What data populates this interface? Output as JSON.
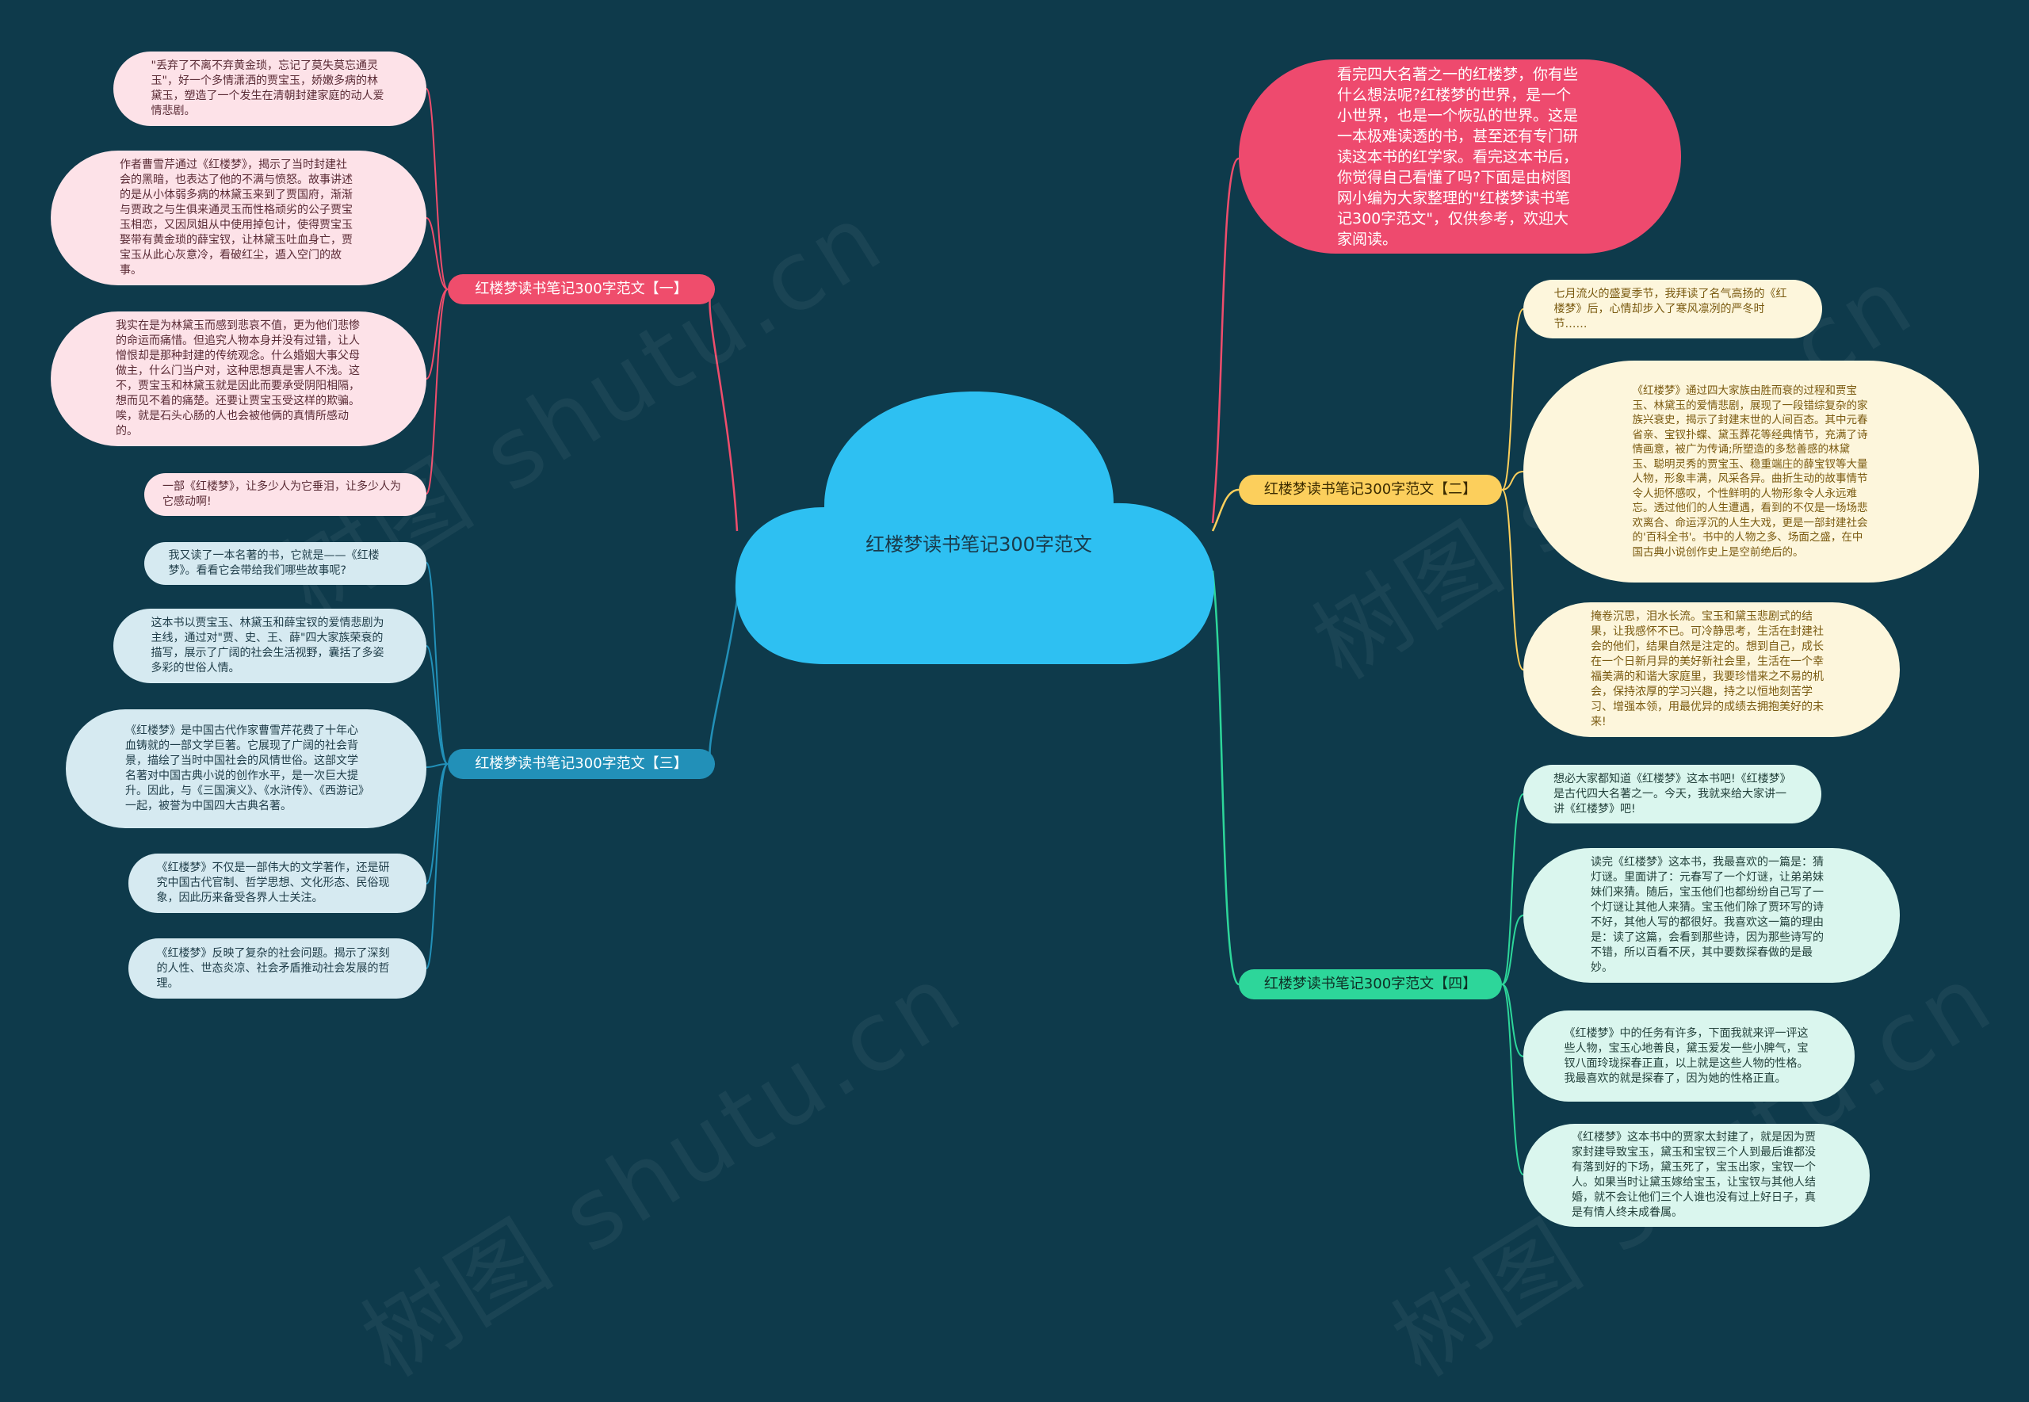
{
  "center": {
    "title": "红楼梦读书笔记300字范文"
  },
  "colors": {
    "background": "#0e3a4b",
    "cloud": "#2ec0f2",
    "branch1": "#ef4d6c",
    "branch2": "#fccf5c",
    "branch3": "#2290b8",
    "branch4": "#2dd69a",
    "intro": "#ee4a6e"
  },
  "watermark": "树图 shutu.cn",
  "intro": "看完四大名著之一的红楼梦，你有些什么想法呢?红楼梦的世界，是一个小世界，也是一个恢弘的世界。这是一本极难读透的书，甚至还有专门研读这本书的红学家。看完这本书后，你觉得自己看懂了吗?下面是由树图网小编为大家整理的\"红楼梦读书笔记300字范文\"，仅供参考，欢迎大家阅读。",
  "branches": [
    {
      "label": "红楼梦读书笔记300字范文【一】",
      "leaves": [
        "\"丢弃了不离不弃黄金琐，忘记了莫失莫忘通灵玉\"，好一个多情潇洒的贾宝玉，娇嫩多病的林黛玉，塑造了一个发生在清朝封建家庭的动人爱情悲剧。",
        "作者曹雪芹通过《红楼梦》，揭示了当时封建社会的黑暗，也表达了他的不满与愤怒。故事讲述的是从小体弱多病的林黛玉来到了贾国府，渐渐与贾政之与生俱来通灵玉而性格顽劣的公子贾宝玉相恋，又因凤姐从中使用掉包计，使得贾宝玉娶带有黄金琐的薛宝钗，让林黛玉吐血身亡，贾宝玉从此心灰意冷，看破红尘，遁入空门的故事。",
        "我实在是为林黛玉而感到悲哀不值，更为他们悲惨的命运而痛惜。但追究人物本身并没有过错，让人憎恨却是那种封建的传统观念。什么婚姻大事父母做主，什么门当户对，这种思想真是害人不浅。这不，贾宝玉和林黛玉就是因此而要承受阴阳相隔，想而见不着的痛楚。还要让贾宝玉受这样的欺骗。唉，就是石头心肠的人也会被他俩的真情所感动的。",
        "一部《红楼梦》，让多少人为它垂泪，让多少人为它感动啊!"
      ]
    },
    {
      "label": "红楼梦读书笔记300字范文【二】",
      "leaves": [
        "七月流火的盛夏季节，我拜读了名气高扬的《红楼梦》后，心情却步入了寒风凛冽的严冬时节……",
        "《红楼梦》通过四大家族由胜而衰的过程和贾宝玉、林黛玉的爱情悲剧，展现了一段错综复杂的家族兴衰史，揭示了封建末世的人间百态。其中元春省亲、宝钗扑蝶、黛玉葬花等经典情节，充满了诗情画意，被广为传诵;所塑造的多愁善感的林黛玉、聪明灵秀的贾宝玉、稳重端庄的薛宝钗等大量人物，形象丰满，风采各异。曲折生动的故事情节令人扼怀感叹，个性鲜明的人物形象令人永远难忘。透过他们的人生遭遇，看到的不仅是一场场悲欢离合、命运浮沉的人生大戏，更是一部封建社会的'百科全书'。书中的人物之多、场面之盛，在中国古典小说创作史上是空前绝后的。",
        "掩卷沉思，泪水长流。宝玉和黛玉悲剧式的结果，让我感怀不已。可冷静思考，生活在封建社会的他们，结果自然是注定的。想到自己，成长在一个日新月异的美好新社会里，生活在一个幸福美满的和谐大家庭里，我要珍惜来之不易的机会，保持浓厚的学习兴趣，持之以恒地刻苦学习、增强本领，用最优异的成绩去拥抱美好的未来!"
      ]
    },
    {
      "label": "红楼梦读书笔记300字范文【三】",
      "leaves": [
        "我又读了一本名著的书，它就是——《红楼梦》。看看它会带给我们哪些故事呢?",
        "这本书以贾宝玉、林黛玉和薛宝钗的爱情悲剧为主线，通过对\"贾、史、王、薛\"四大家族荣衰的描写，展示了广阔的社会生活视野，囊括了多姿多彩的世俗人情。",
        "《红楼梦》是中国古代作家曹雪芹花费了十年心血铸就的一部文学巨著。它展现了广阔的社会背景，描绘了当时中国社会的风情世俗。这部文学名著对中国古典小说的创作水平，是一次巨大提升。因此，与《三国演义》、《水浒传》、《西游记》一起，被誉为中国四大古典名著。",
        "《红楼梦》不仅是一部伟大的文学著作，还是研究中国古代官制、哲学思想、文化形态、民俗现象，因此历来备受各界人士关注。",
        "《红楼梦》反映了复杂的社会问题。揭示了深刻的人性、世态炎凉、社会矛盾推动社会发展的哲理。"
      ]
    },
    {
      "label": "红楼梦读书笔记300字范文【四】",
      "leaves": [
        "想必大家都知道《红楼梦》这本书吧!《红楼梦》是古代四大名著之一。今天，我就来给大家讲一讲《红楼梦》吧!",
        "读完《红楼梦》这本书，我最喜欢的一篇是：猜灯谜。里面讲了：元春写了一个灯谜，让弟弟妹妹们来猜。随后，宝玉他们也都纷纷自己写了一个灯谜让其他人来猜。宝玉他们除了贾环写的诗不好，其他人写的都很好。我喜欢这一篇的理由是：读了这篇，会看到那些诗，因为那些诗写的不错，所以百看不厌，其中要数探春做的是最妙。",
        "《红楼梦》中的任务有许多，下面我就来评一评这些人物，宝玉心地善良，黛玉爱发一些小脾气，宝钗八面玲珑探春正直，以上就是这些人物的性格。我最喜欢的就是探春了，因为她的性格正直。",
        "《红楼梦》这本书中的贾家太封建了，就是因为贾家封建导致宝玉，黛玉和宝钗三个人到最后谁都没有落到好的下场，黛玉死了，宝玉出家，宝钗一个人。如果当时让黛玉嫁给宝玉，让宝钗与其他人结婚，就不会让他们三个人谁也没有过上好日子，真是有情人终未成眷属。"
      ]
    }
  ]
}
